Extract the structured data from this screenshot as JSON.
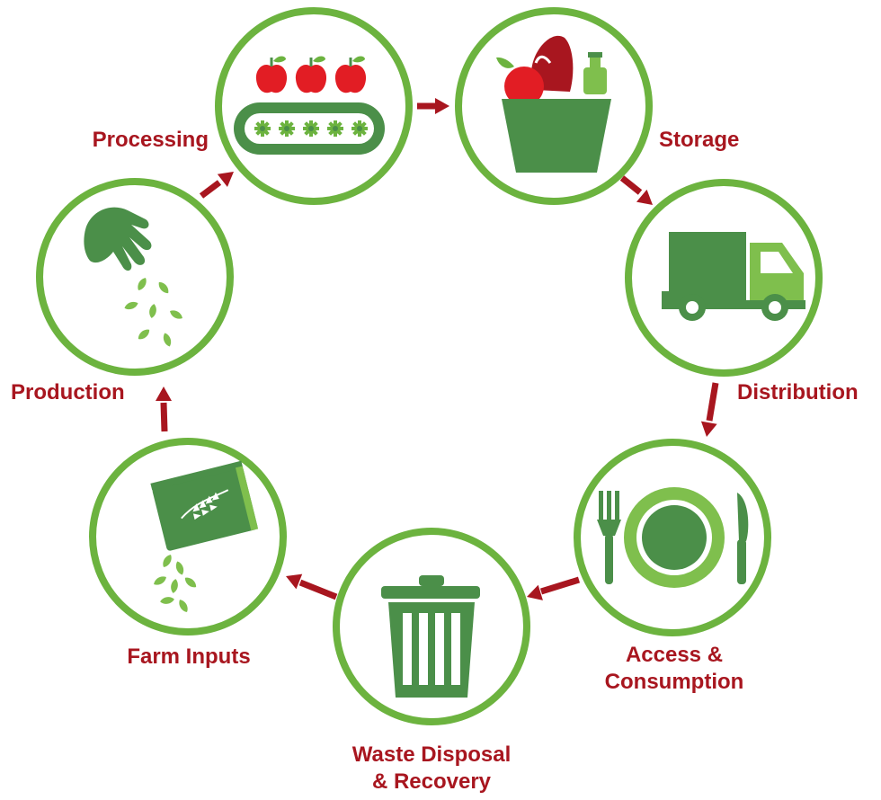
{
  "colors": {
    "ring_green": "#6cb33f",
    "icon_dark_green": "#4b8f49",
    "icon_light_green": "#7fbf4d",
    "arrow_red": "#a8161f",
    "label_red": "#a8161f",
    "fruit_red": "#e21d24"
  },
  "stages": [
    {
      "id": "processing",
      "label": "Processing",
      "icon": "conveyor-belt-apples-icon"
    },
    {
      "id": "storage",
      "label": "Storage",
      "icon": "grocery-basket-icon"
    },
    {
      "id": "distribution",
      "label": "Distribution",
      "icon": "delivery-truck-icon"
    },
    {
      "id": "access",
      "label_lines": [
        "Access &",
        "Consumption"
      ],
      "icon": "plate-fork-knife-icon"
    },
    {
      "id": "waste",
      "label_lines": [
        "Waste Disposal",
        "& Recovery"
      ],
      "icon": "trash-can-icon"
    },
    {
      "id": "farm-inputs",
      "label": "Farm Inputs",
      "icon": "seed-bag-icon"
    },
    {
      "id": "production",
      "label": "Production",
      "icon": "hand-sowing-seeds-icon"
    }
  ]
}
